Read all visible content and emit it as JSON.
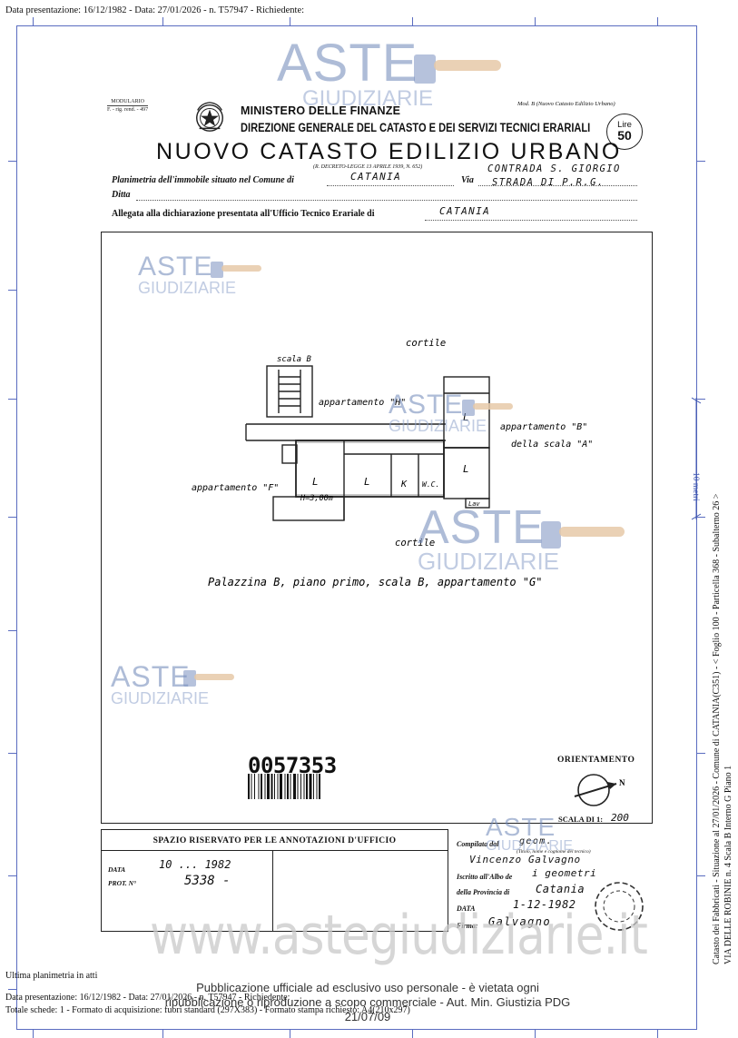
{
  "header": {
    "top_line": "Data presentazione: 16/12/1982 - Data: 27/01/2026 - n. T57947 - Richiedente:"
  },
  "form": {
    "modello_line1": "MODULARIO",
    "modello_line2": "F. - rig. rend. - 497",
    "modello_b": "Mod. B (Nuovo Catasto Edilizio Urbano)",
    "ministero": "MINISTERO DELLE FINANZE",
    "direzione": "DIREZIONE GENERALE DEL CATASTO E DEI SERVIZI TECNICI ERARIALI",
    "lire_label": "Lire",
    "lire_value": "50",
    "title": "NUOVO CATASTO EDILIZIO URBANO",
    "decreto": "(R. DECRETO-LEGGE 13 APRILE 1939, N. 652)",
    "planimetria_label": "Planimetria dell'immobile situato nel Comune di",
    "comune": "CATANIA",
    "via_label": "Via",
    "via_line1": "CONTRADA S. GIORGIO",
    "via_line2": "STRADA DI P.R.G.",
    "ditta_label": "Ditta",
    "allegata_label": "Allegata alla dichiarazione presentata all'Ufficio Tecnico Erariale di",
    "ufficio": "CATANIA"
  },
  "plan": {
    "cortile_top": "cortile",
    "cortile_bottom": "cortile",
    "scala_b": "scala B",
    "app_h": "appartamento \"H\"",
    "app_b": "appartamento \"B\"",
    "della_scala_a": "della scala \"A\"",
    "app_f": "appartamento \"F\"",
    "room_l1": "L",
    "room_l2": "L",
    "room_l3": "L",
    "room_l4": "L",
    "room_k": "K",
    "room_wc": "W.C.",
    "room_lav": "Lav",
    "height": "H=3,00m",
    "caption": "Palazzina B, piano primo, scala B, appartamento \"G\"",
    "barcode_number": "0057353",
    "orientamento": "ORIENTAMENTO",
    "north": "N",
    "scala_label": "SCALA DI 1:",
    "scala_value": "200"
  },
  "annotations": {
    "title": "SPAZIO RISERVATO PER LE ANNOTAZIONI D'UFFICIO",
    "data_label": "DATA",
    "data_value": "10 ... 1982",
    "prot_label": "PROT. N°",
    "prot_value": "5338 -",
    "compilata_label": "Compilata dal",
    "compilata_value": "geom.",
    "nome_note": "(Titolo, nome e cognome del tecnico)",
    "nome_value": "Vincenzo Galvagno",
    "iscritto_label": "Iscritto all'Albo de",
    "iscritto_value": "i geometri",
    "provincia_label": "della Provincia di",
    "provincia_value": "Catania",
    "data2_label": "DATA",
    "data2_value": "1-12-1982",
    "firma_label": "Firma:",
    "firma_value": "Galvagno"
  },
  "watermarks": {
    "aste": "ASTE",
    "giudiziarie": "GIUDIZIARIE",
    "site": "www.astegiudiziarie.it",
    "pubblicazione_line1": "Pubblicazione ufficiale ad esclusivo uso personale - è vietata ogni",
    "pubblicazione_line2": "ripubblicazione o riproduzione a scopo commerciale - Aut. Min. Giustizia PDG 21/07/09"
  },
  "side": {
    "line1": "Catasto dei Fabbricati - Situazione al 27/01/2026 - Comune di CATANIA(C351) - < Foglio 100 - Particella 368 - Subalterno 26 >",
    "line2": "VIA DELLE ROBINIE n. 4 Scala B Interno G Piano 1",
    "metri": "10 metri"
  },
  "footer": {
    "ultima": "Ultima planimetria in atti",
    "presentazione": "Data presentazione: 16/12/1982 - Data: 27/01/2026 - n. T57947 - Richiedente:",
    "totale": "Totale schede: 1 - Formato di acquisizione: fuori standard (297X383) - Formato stampa richiesto: A4(210x297)"
  }
}
